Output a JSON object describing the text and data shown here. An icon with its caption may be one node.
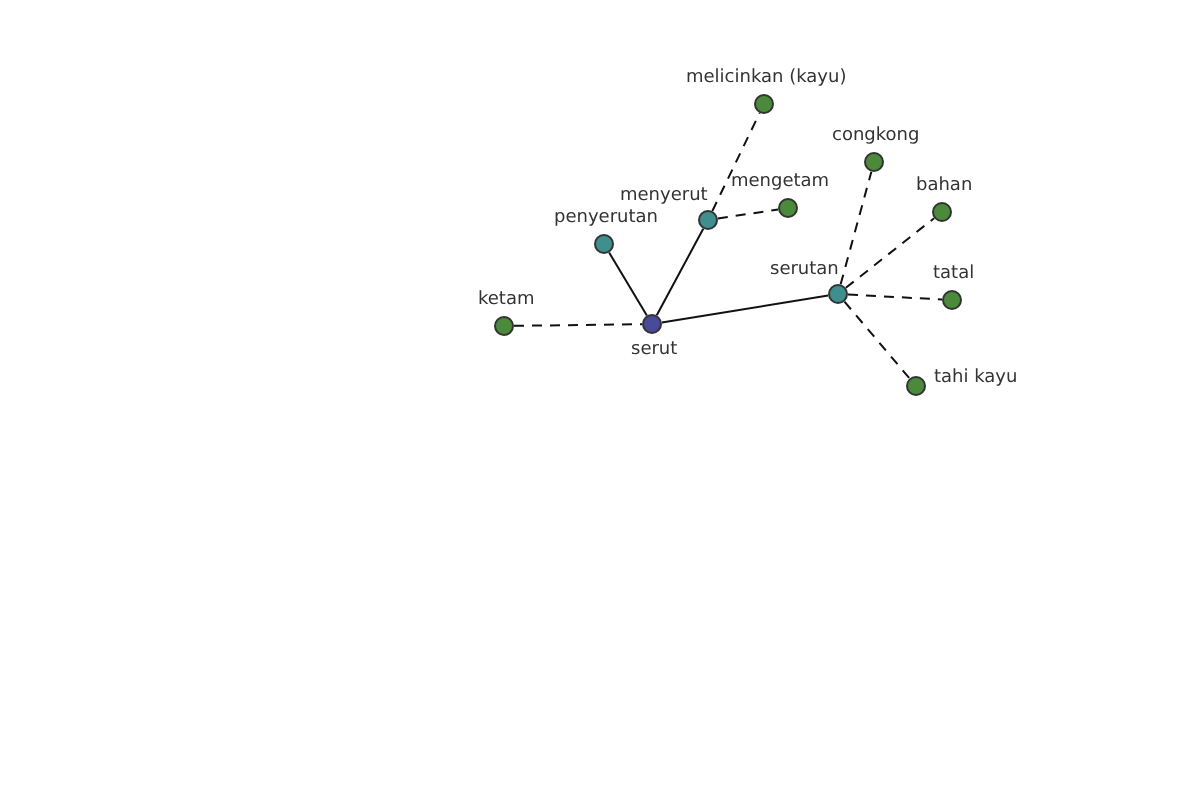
{
  "diagram": {
    "nodes": [
      {
        "text": [
          "serut"
        ]
      },
      {
        "text": [
          "penyerutan"
        ]
      },
      {
        "text": [
          "menyerut"
        ]
      },
      {
        "text": [
          "melicinkan (kayu)"
        ]
      },
      {
        "text": [
          "mengetam"
        ]
      },
      {
        "text": [
          "ketam"
        ]
      },
      {
        "text": [
          "serutan"
        ]
      },
      {
        "text": [
          "congkong"
        ]
      },
      {
        "text": [
          "bahan"
        ]
      },
      {
        "text": [
          "tatal"
        ]
      },
      {
        "text": [
          "tahi kayu"
        ]
      }
    ],
    "edges": [
      {
        "from": 0,
        "to": 1,
        "arrow": "none"
      },
      {
        "from": 0,
        "to": 2,
        "arrow": "none"
      },
      {
        "from": 0,
        "to": 6,
        "arrow": "none"
      },
      {
        "from": 5,
        "to": 0,
        "arrow": "none",
        "style": "dashed"
      },
      {
        "from": 2,
        "to": 3,
        "arrow": "none",
        "style": "dashed"
      },
      {
        "from": 2,
        "to": 4,
        "arrow": "none",
        "style": "dashed"
      },
      {
        "from": 6,
        "to": 7,
        "arrow": "none",
        "style": "dashed"
      },
      {
        "from": 6,
        "to": 8,
        "arrow": "none",
        "style": "dashed"
      },
      {
        "from": 6,
        "to": 9,
        "arrow": "none",
        "style": "dashed"
      },
      {
        "from": 6,
        "to": 10,
        "arrow": "none",
        "style": "dashed"
      }
    ]
  }
}
